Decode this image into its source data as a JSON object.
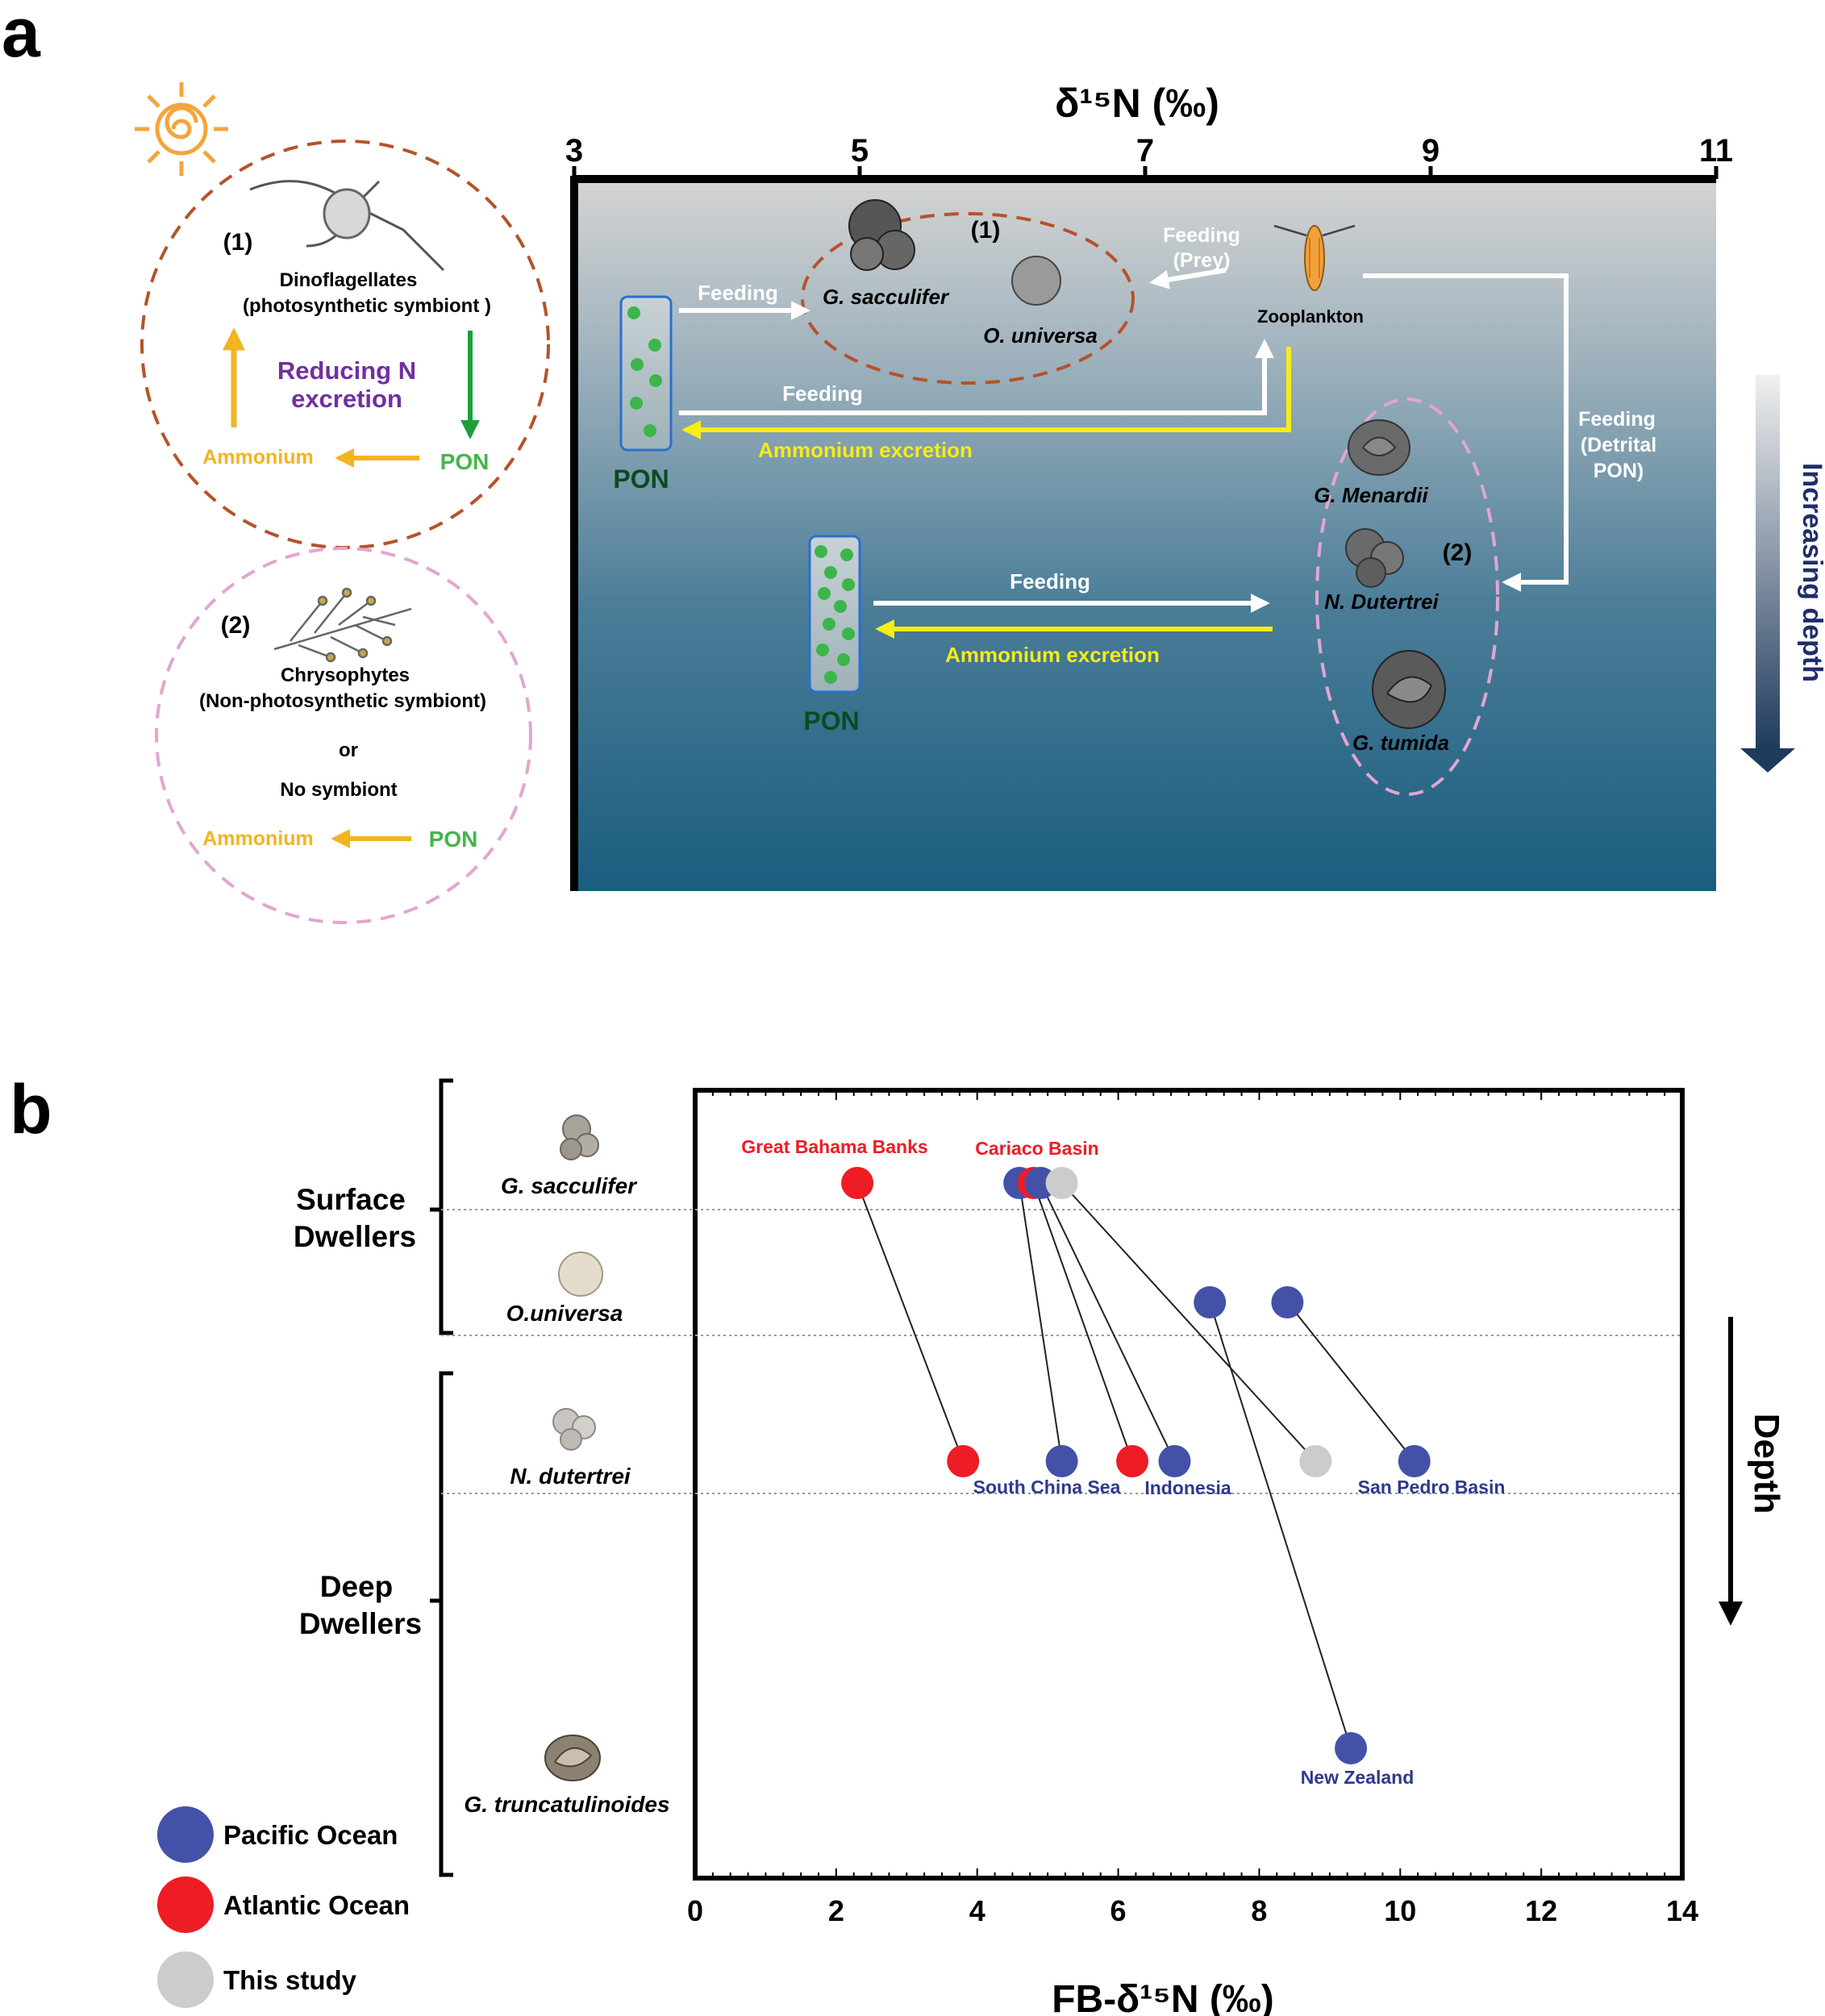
{
  "panel_a": {
    "label": "a",
    "axis_title": "δ¹⁵N (‰)",
    "axis_ticks": [
      3,
      5,
      7,
      9,
      11
    ],
    "left_circle_1": {
      "number": "(1)",
      "name": "Dinoflagellates",
      "desc": "(photosynthetic symbiont )",
      "center_text_line1": "Reducing N",
      "center_text_line2": "excretion",
      "ammonium": "Ammonium",
      "pon": "PON"
    },
    "left_circle_2": {
      "number": "(2)",
      "name": "Chrysophytes",
      "desc": "(Non-photosynthetic symbiont)",
      "or": "or",
      "no_symbiont": "No symbiont",
      "ammonium": "Ammonium",
      "pon": "PON"
    },
    "main": {
      "group1_number": "(1)",
      "g_sacculifer": "G. sacculifer",
      "o_universa": "O. universa",
      "zooplankton": "Zooplankton",
      "feeding_prey_1": "Feeding",
      "feeding_prey_2": "(Prey)",
      "feeding_top": "Feeding",
      "feeding_mid": "Feeding",
      "ammonium_excretion_top": "Ammonium excretion",
      "pon_top": "PON",
      "pon_bottom": "PON",
      "feeding_bottom": "Feeding",
      "ammonium_excretion_bottom": "Ammonium excretion",
      "feeding_detrital_1": "Feeding",
      "feeding_detrital_2": "(Detrital",
      "feeding_detrital_3": "PON)",
      "group2_number": "(2)",
      "g_menardii": "G. Menardii",
      "n_dutertrei": "N. Dutertrei",
      "g_tumida": "G. tumida",
      "increasing_depth": "Increasing depth"
    },
    "colors": {
      "circle1_border": "#b5532a",
      "circle2_border": "#e2a6d1",
      "ammonium": "#f2b420",
      "pon_green": "#44b649",
      "reducing_purple": "#7030a0",
      "water_top": "#d4d4d4",
      "water_bottom": "#1a5d7e",
      "yellow_arrow": "#f7ec15"
    }
  },
  "panel_b": {
    "label": "b",
    "y_groups": [
      {
        "label_1": "Surface",
        "label_2": "Dwellers"
      },
      {
        "label_1": "Deep",
        "label_2": "Dwellers"
      }
    ],
    "depth_label": "Depth",
    "legend": [
      {
        "label": "Pacific Ocean",
        "color": "#4352a8"
      },
      {
        "label": "Atlantic Ocean",
        "color": "#ee1c25"
      },
      {
        "label": "This study",
        "color": "#cccccc"
      }
    ]
  },
  "chart_data": {
    "type": "scatter",
    "title": "",
    "xlabel": "FB-δ¹⁵N (‰)",
    "ylabel": "",
    "xlim": [
      0,
      14
    ],
    "x_ticks": [
      0,
      2,
      4,
      6,
      8,
      10,
      12,
      14
    ],
    "categories": [
      "G. sacculifer",
      "O.universa",
      "N. dutertrei",
      "G. truncatulinoides"
    ],
    "series": [
      {
        "name": "Great Bahama Banks",
        "ocean": "Atlantic Ocean",
        "points": [
          {
            "species": "G. sacculifer",
            "x": 2.3
          },
          {
            "species": "N. dutertrei",
            "x": 3.8
          }
        ]
      },
      {
        "name": "South China Sea",
        "ocean": "Pacific Ocean",
        "points": [
          {
            "species": "G. sacculifer",
            "x": 4.6
          },
          {
            "species": "N. dutertrei",
            "x": 5.2
          }
        ]
      },
      {
        "name": "Cariaco Basin",
        "ocean": "Atlantic Ocean",
        "points": [
          {
            "species": "G. sacculifer",
            "x": 4.8
          },
          {
            "species": "N. dutertrei",
            "x": 6.2
          }
        ]
      },
      {
        "name": "Indonesia",
        "ocean": "Pacific Ocean",
        "points": [
          {
            "species": "G. sacculifer",
            "x": 4.9
          },
          {
            "species": "N. dutertrei",
            "x": 6.8
          }
        ]
      },
      {
        "name": "This study",
        "ocean": "This study",
        "points": [
          {
            "species": "G. sacculifer",
            "x": 5.2
          },
          {
            "species": "N. dutertrei",
            "x": 8.8
          }
        ]
      },
      {
        "name": "New Zealand",
        "ocean": "Pacific Ocean",
        "points": [
          {
            "species": "O.universa",
            "x": 7.3
          },
          {
            "species": "G. truncatulinoides",
            "x": 9.3
          }
        ]
      },
      {
        "name": "San Pedro Basin",
        "ocean": "Pacific Ocean",
        "points": [
          {
            "species": "O.universa",
            "x": 8.4
          },
          {
            "species": "N. dutertrei",
            "x": 10.2
          }
        ]
      }
    ],
    "site_labels": [
      {
        "text": "Great Bahama Banks",
        "color": "#ee1c25"
      },
      {
        "text": "Cariaco Basin",
        "color": "#ee1c25"
      },
      {
        "text": "South China Sea",
        "color": "#2e3a8c"
      },
      {
        "text": "Indonesia",
        "color": "#2e3a8c"
      },
      {
        "text": "San Pedro Basin",
        "color": "#2e3a8c"
      },
      {
        "text": "New Zealand",
        "color": "#2e3a8c"
      }
    ],
    "grid": "dotted lines at species levels"
  }
}
